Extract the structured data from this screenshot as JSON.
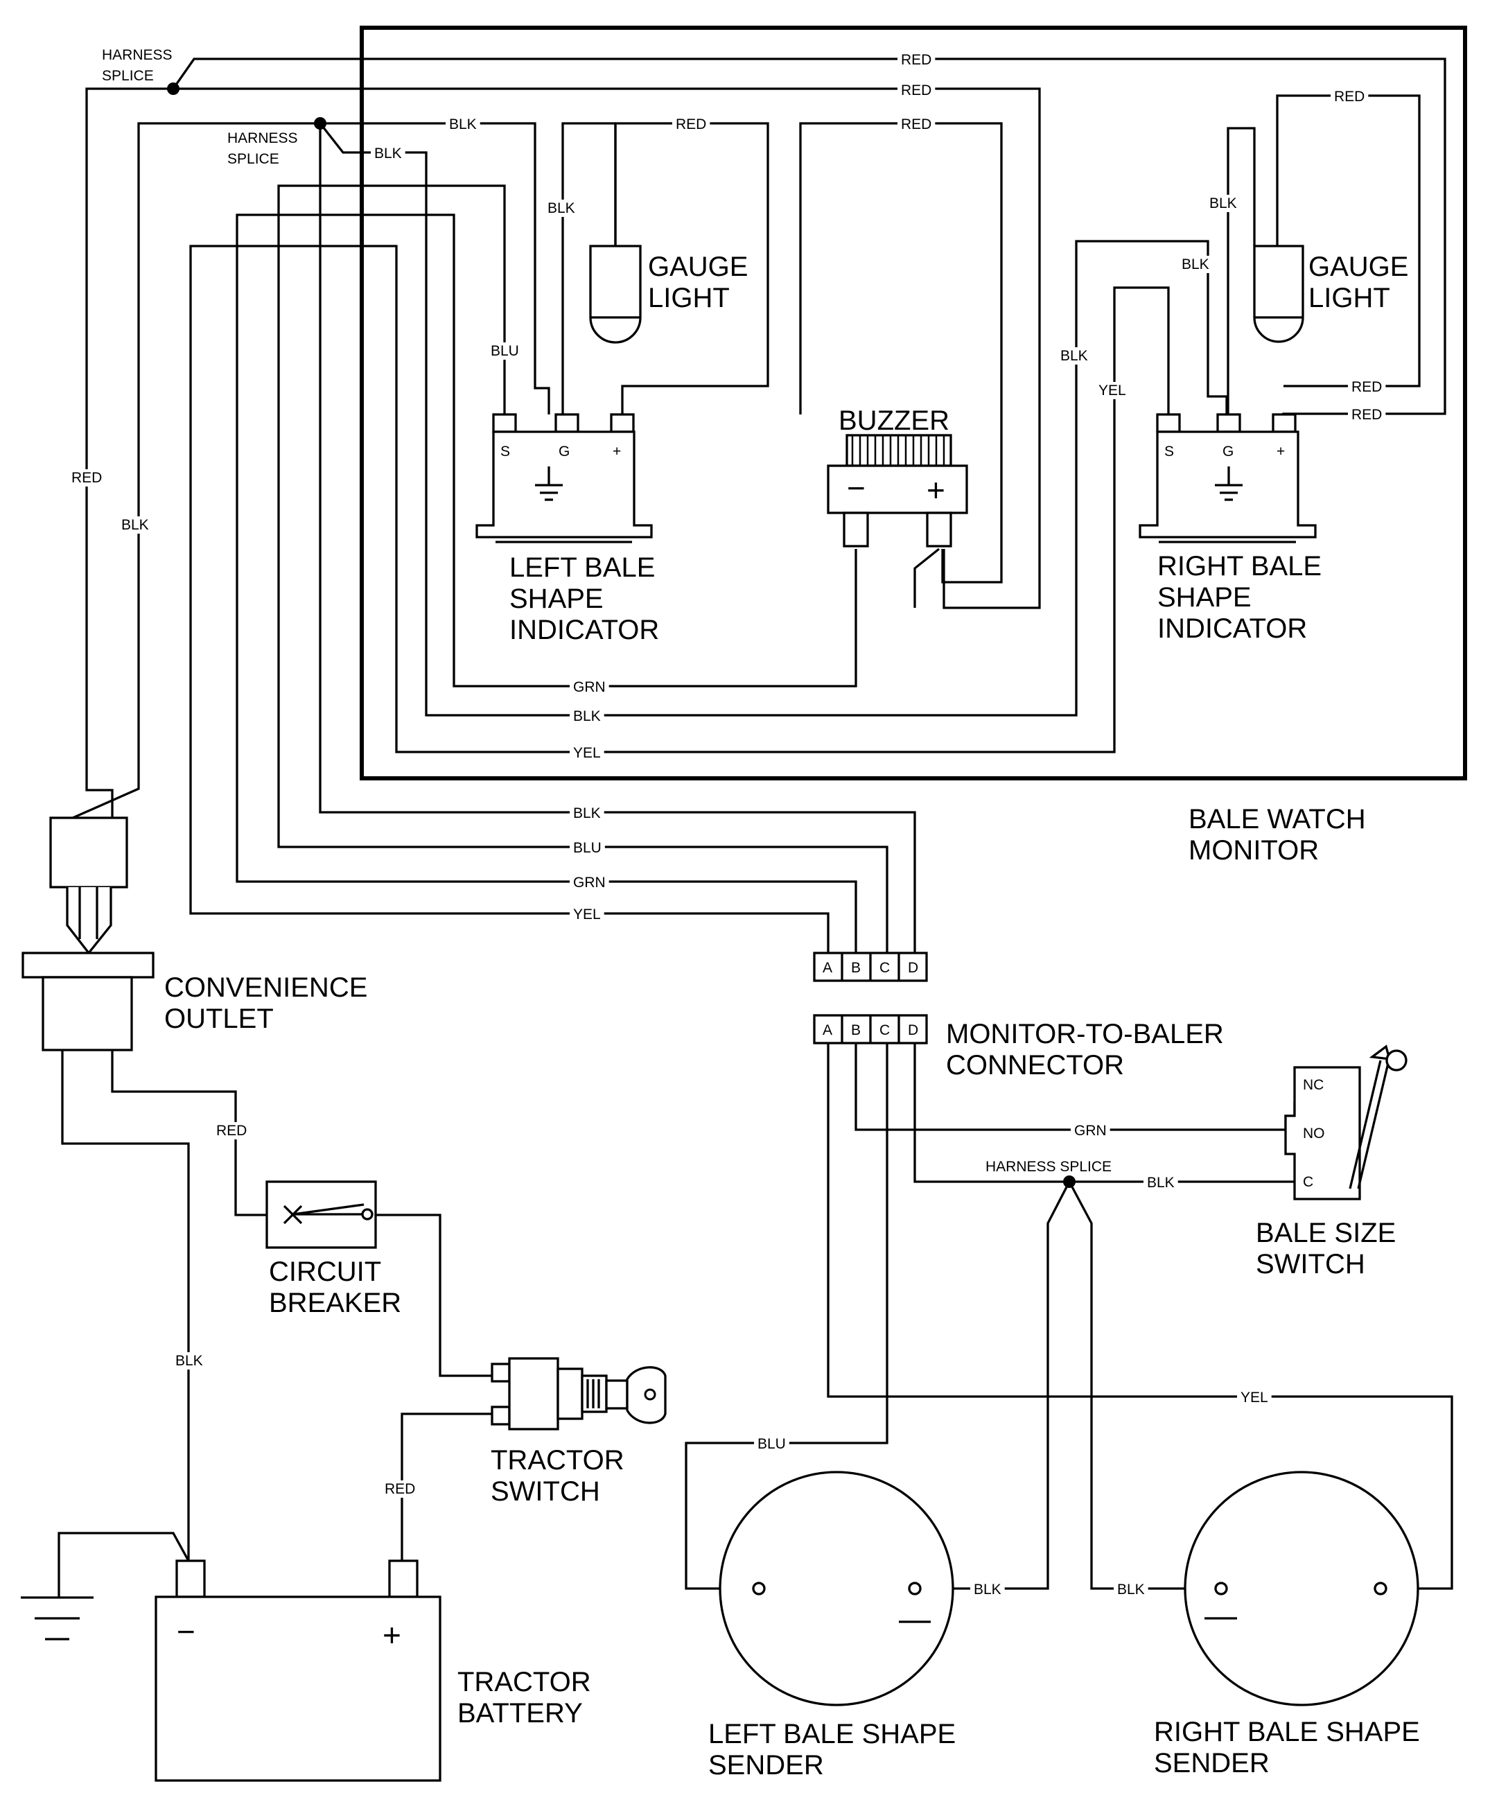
{
  "components": {
    "left_gauge_light": [
      "GAUGE",
      "LIGHT"
    ],
    "right_gauge_light": [
      "GAUGE",
      "LIGHT"
    ],
    "buzzer": "BUZZER",
    "left_indicator": [
      "LEFT BALE",
      "SHAPE",
      "INDICATOR"
    ],
    "right_indicator": [
      "RIGHT BALE",
      "SHAPE",
      "INDICATOR"
    ],
    "monitor": [
      "BALE WATCH",
      "MONITOR"
    ],
    "outlet": [
      "CONVENIENCE",
      "OUTLET"
    ],
    "connector": [
      "MONITOR-TO-BALER",
      "CONNECTOR"
    ],
    "bale_size_switch": [
      "BALE SIZE",
      "SWITCH"
    ],
    "circuit_breaker": [
      "CIRCUIT",
      "BREAKER"
    ],
    "tractor_switch": [
      "TRACTOR",
      "SWITCH"
    ],
    "battery": [
      "TRACTOR",
      "BATTERY"
    ],
    "left_sender": [
      "LEFT BALE SHAPE",
      "SENDER"
    ],
    "right_sender": [
      "RIGHT BALE SHAPE",
      "SENDER"
    ]
  },
  "splices": {
    "top_outer": [
      "HARNESS",
      "SPLICE"
    ],
    "top_inner": [
      "HARNESS",
      "SPLICE"
    ],
    "baler": "HARNESS SPLICE"
  },
  "indicator_pins": {
    "s": "S",
    "g": "G",
    "plus": "+"
  },
  "connector_pins": [
    "A",
    "B",
    "C",
    "D"
  ],
  "switch_terminals": {
    "nc": "NC",
    "no": "NO",
    "c": "C"
  },
  "symbols": {
    "minus": "−",
    "plus": "+"
  },
  "wire_labels": {
    "red_top_1": "RED",
    "red_top_2": "RED",
    "blk_top": "BLK",
    "red_left_gauge": "RED",
    "red_to_buzzer": "RED",
    "red_right_gauge": "RED",
    "blk_splice": "BLK",
    "blk_left_ground": "BLK",
    "blu_left_s": "BLU",
    "blk_right_1": "BLK",
    "blk_right_2": "BLK",
    "blk_right_3": "BLK",
    "yel_right_s": "YEL",
    "red_right_plus_1": "RED",
    "red_right_plus_2": "RED",
    "red_harness": "RED",
    "blk_harness": "BLK",
    "grn_bottom": "GRN",
    "blk_bottom": "BLK",
    "yel_bottom": "YEL",
    "blk_conn_d": "BLK",
    "blu_conn_c": "BLU",
    "grn_conn_b": "GRN",
    "yel_conn_a": "YEL",
    "red_outlet": "RED",
    "blk_outlet": "BLK",
    "grn_switch": "GRN",
    "blk_switch": "BLK",
    "yel_right_sender": "YEL",
    "blu_left_sender": "BLU",
    "blk_left_sender": "BLK",
    "blk_right_sender": "BLK",
    "red_battery": "RED"
  }
}
